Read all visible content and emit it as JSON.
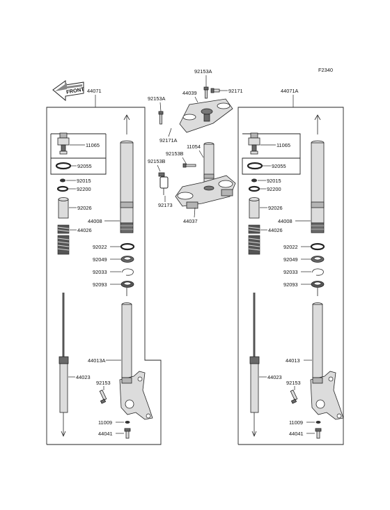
{
  "figure_code": "F2340",
  "front_badge": "FRONT",
  "labels": {
    "left_assy": "44071",
    "right_assy": "44071A",
    "top_bolt_a": "92153A",
    "upper_bracket": "44039",
    "upper_bolt": "92153A",
    "clamp_a": "92171",
    "clamp_b": "92171A",
    "bolt_b1": "92153B",
    "bolt_b2": "92153B",
    "stem": "11054",
    "clamp_c": "92173",
    "lower_bracket": "44037",
    "l_cap": "11065",
    "l_oring": "92055",
    "l_washer1": "92015",
    "l_washer2": "92200",
    "l_spacer": "92026",
    "l_spring": "44026",
    "l_outer_tube": "44008",
    "l_seal1": "92022",
    "l_seal2": "92049",
    "l_clip": "92033",
    "l_seal3": "92093",
    "l_cartridge": "44023",
    "l_inner_tube": "44013A",
    "l_bolt": "92153",
    "l_washer3": "11009",
    "l_drain": "44041",
    "r_cap": "11065",
    "r_oring": "92055",
    "r_washer1": "92015",
    "r_washer2": "92200",
    "r_spacer": "92026",
    "r_spring": "44026",
    "r_outer_tube": "44008",
    "r_seal1": "92022",
    "r_seal2": "92049",
    "r_clip": "92033",
    "r_seal3": "92093",
    "r_cartridge": "44023",
    "r_inner_tube": "44013",
    "r_bolt": "92153",
    "r_washer3": "11009",
    "r_drain": "44041"
  }
}
